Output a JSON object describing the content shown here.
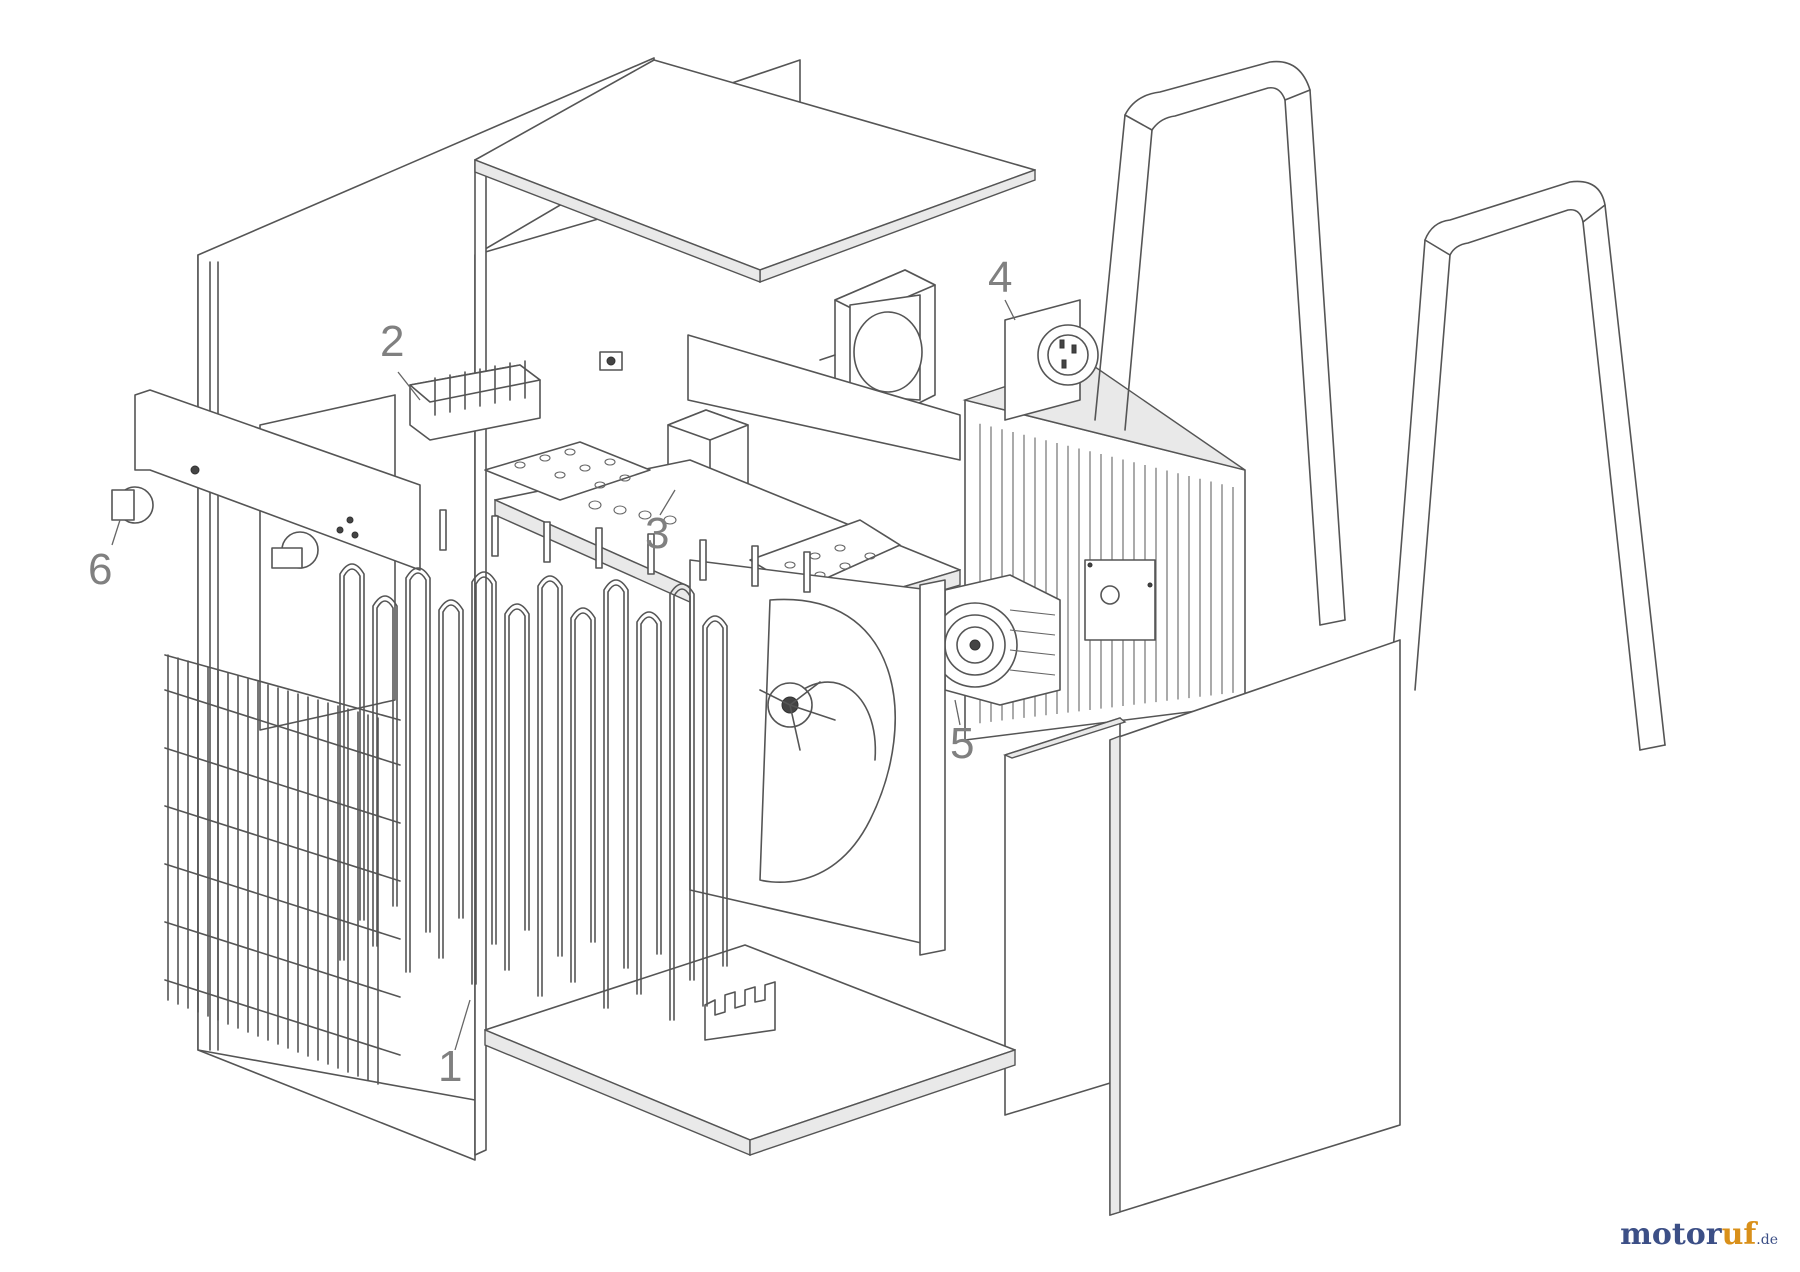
{
  "diagram": {
    "type": "exploded-parts-drawing",
    "callouts": [
      {
        "id": "1",
        "label": "1"
      },
      {
        "id": "2",
        "label": "2"
      },
      {
        "id": "3",
        "label": "3"
      },
      {
        "id": "4",
        "label": "4"
      },
      {
        "id": "5",
        "label": "5"
      },
      {
        "id": "6",
        "label": "6"
      }
    ]
  },
  "watermark": {
    "part_a": "motor",
    "part_b": "uf",
    "suffix": ".de"
  },
  "colors": {
    "line": "#555555",
    "callout": "#808080",
    "watermark_blue": "#3c4f86",
    "watermark_orange": "#d9901a"
  }
}
